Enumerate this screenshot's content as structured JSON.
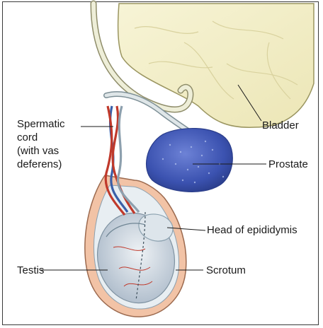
{
  "figure": {
    "labels": {
      "spermatic_cord": [
        "Spermatic",
        "cord",
        "(with vas",
        "deferens)"
      ],
      "bladder": "Bladder",
      "prostate": "Prostate",
      "head_of_epididymis": "Head of epididymis",
      "testis": "Testis",
      "scrotum": "Scrotum"
    },
    "colors": {
      "bladder_fill": "#f3efc4",
      "bladder_stroke": "#9a9560",
      "duct_fill": "#dfe6e8",
      "prostate_fill": "#3f57b8",
      "scrotum_fill": "#f2c3a6",
      "testis_fill": "#c9d4dc",
      "vessel_red": "#c0392b",
      "vessel_blue": "#3a5fa8"
    }
  }
}
